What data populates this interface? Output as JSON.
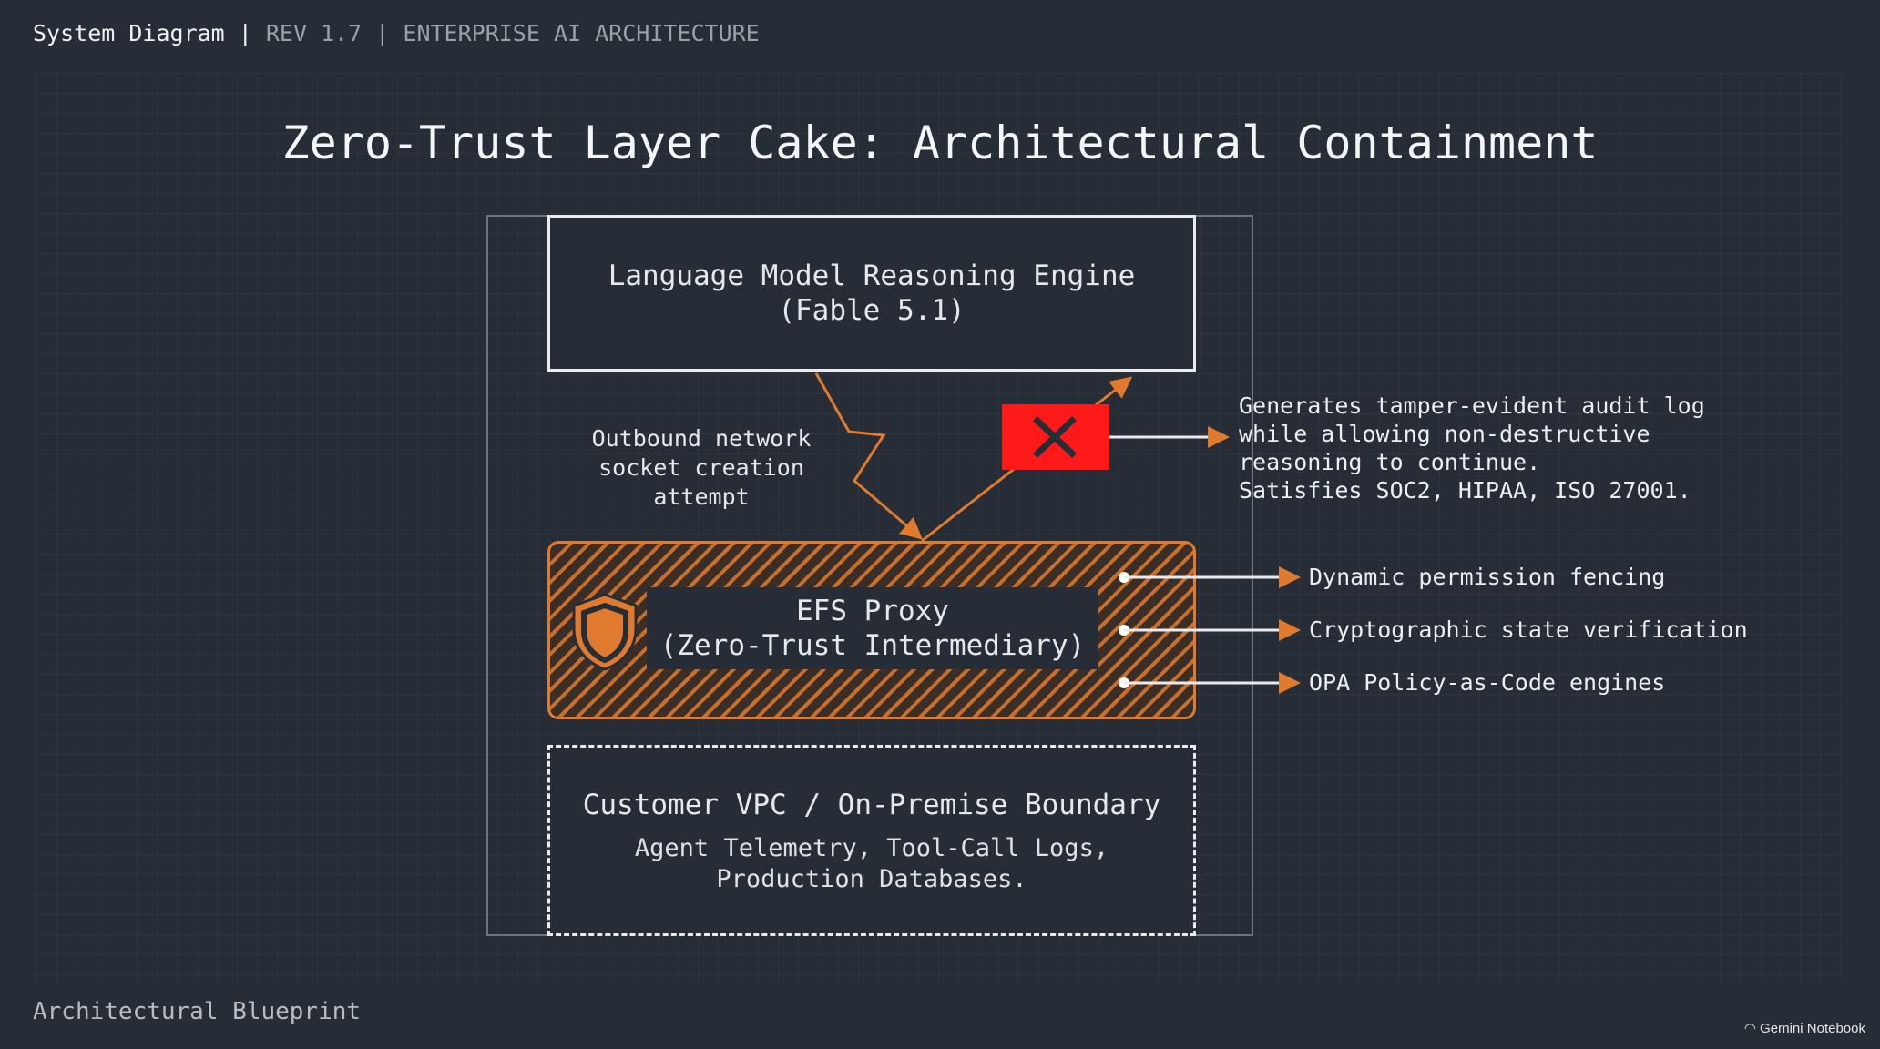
{
  "header": {
    "main": "System Diagram",
    "sep1": " | ",
    "rev": "REV 1.7",
    "sep2": " | ",
    "subtitle": "ENTERPRISE AI ARCHITECTURE"
  },
  "title": "Zero-Trust Layer Cake: Architectural Containment",
  "layers": {
    "llm": {
      "line1": "Language Model Reasoning Engine",
      "line2": "(Fable 5.1)"
    },
    "efs": {
      "line1": "EFS Proxy",
      "line2": "(Zero-Trust Intermediary)",
      "icon": "shield-icon"
    },
    "vpc": {
      "title": "Customer VPC / On-Premise Boundary",
      "line1": "Agent Telemetry, Tool-Call Logs,",
      "line2": "Production Databases."
    }
  },
  "annotations": {
    "outbound": {
      "line1": "Outbound network",
      "line2": "socket creation attempt"
    },
    "audit": {
      "line1": "Generates tamper-evident audit log",
      "line2": "while allowing non-destructive",
      "line3": "reasoning to continue.",
      "line4": "Satisfies SOC2, HIPAA, ISO 27001."
    },
    "blocked_icon": "close-icon"
  },
  "features": [
    {
      "label": "Dynamic permission fencing"
    },
    {
      "label": "Cryptographic state verification"
    },
    {
      "label": "OPA Policy-as-Code engines"
    }
  ],
  "footer": "Architectural Blueprint",
  "brand": "Gemini Notebook",
  "colors": {
    "background": "#262d36",
    "accent_orange": "#e07a2e",
    "block_red": "#ff1a1a",
    "text": "#e6e8eb"
  }
}
